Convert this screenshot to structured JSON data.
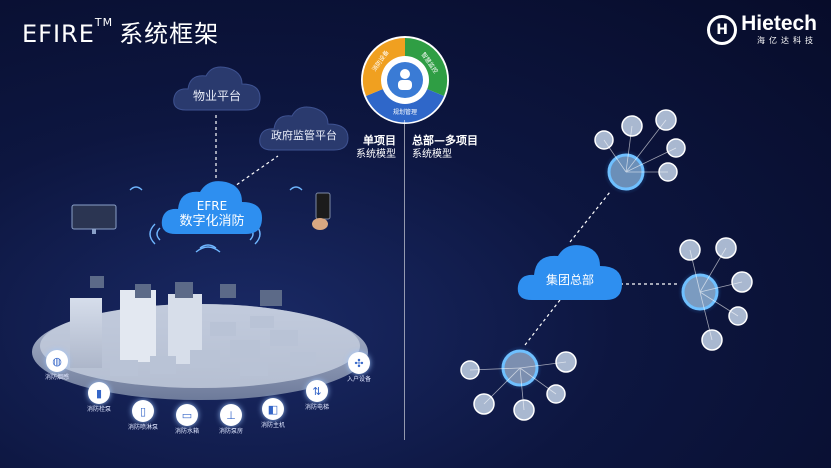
{
  "header": {
    "title_main": "EFIRE",
    "title_tm": "TM",
    "title_rest": "系统框架",
    "brand": "Hietech",
    "brand_sub": "海亿达科技",
    "brand_mark": "H",
    "brand_icon": "hietech-logo-icon"
  },
  "left": {
    "cloud_property": "物业平台",
    "cloud_gov": "政府监管平台",
    "cloud_efire_line1": "EFRE",
    "cloud_efire_line2": "数字化消防",
    "devices": [
      {
        "label": "消防烟感",
        "icon": "smoke-detector-icon"
      },
      {
        "label": "消防栓泵",
        "icon": "hydrant-pump-icon"
      },
      {
        "label": "消防喷淋泵",
        "icon": "sprinkler-pump-icon"
      },
      {
        "label": "消防水箱",
        "icon": "water-tank-icon"
      },
      {
        "label": "消防泵房",
        "icon": "pump-room-icon"
      },
      {
        "label": "消防主机",
        "icon": "fire-host-icon"
      },
      {
        "label": "消防电梯",
        "icon": "elevator-icon"
      },
      {
        "label": "入户设备",
        "icon": "household-device-icon"
      }
    ]
  },
  "center": {
    "ring_segments": [
      "消防设备",
      "智慧监控",
      "规划管理"
    ],
    "single_title": "单项目",
    "single_sub": "系统模型",
    "multi_title": "总部—多项目",
    "multi_sub": "系统模型"
  },
  "right": {
    "hq_cloud": "集团总部"
  },
  "colors": {
    "bg": "#0d1640",
    "cloud_blue": "#2e8ff0",
    "cloud_dark": "#2a3a6e",
    "ring_red": "#e2452e",
    "ring_green": "#2f9e44",
    "ring_blue": "#2f67c9",
    "ring_orange": "#f0a020"
  }
}
